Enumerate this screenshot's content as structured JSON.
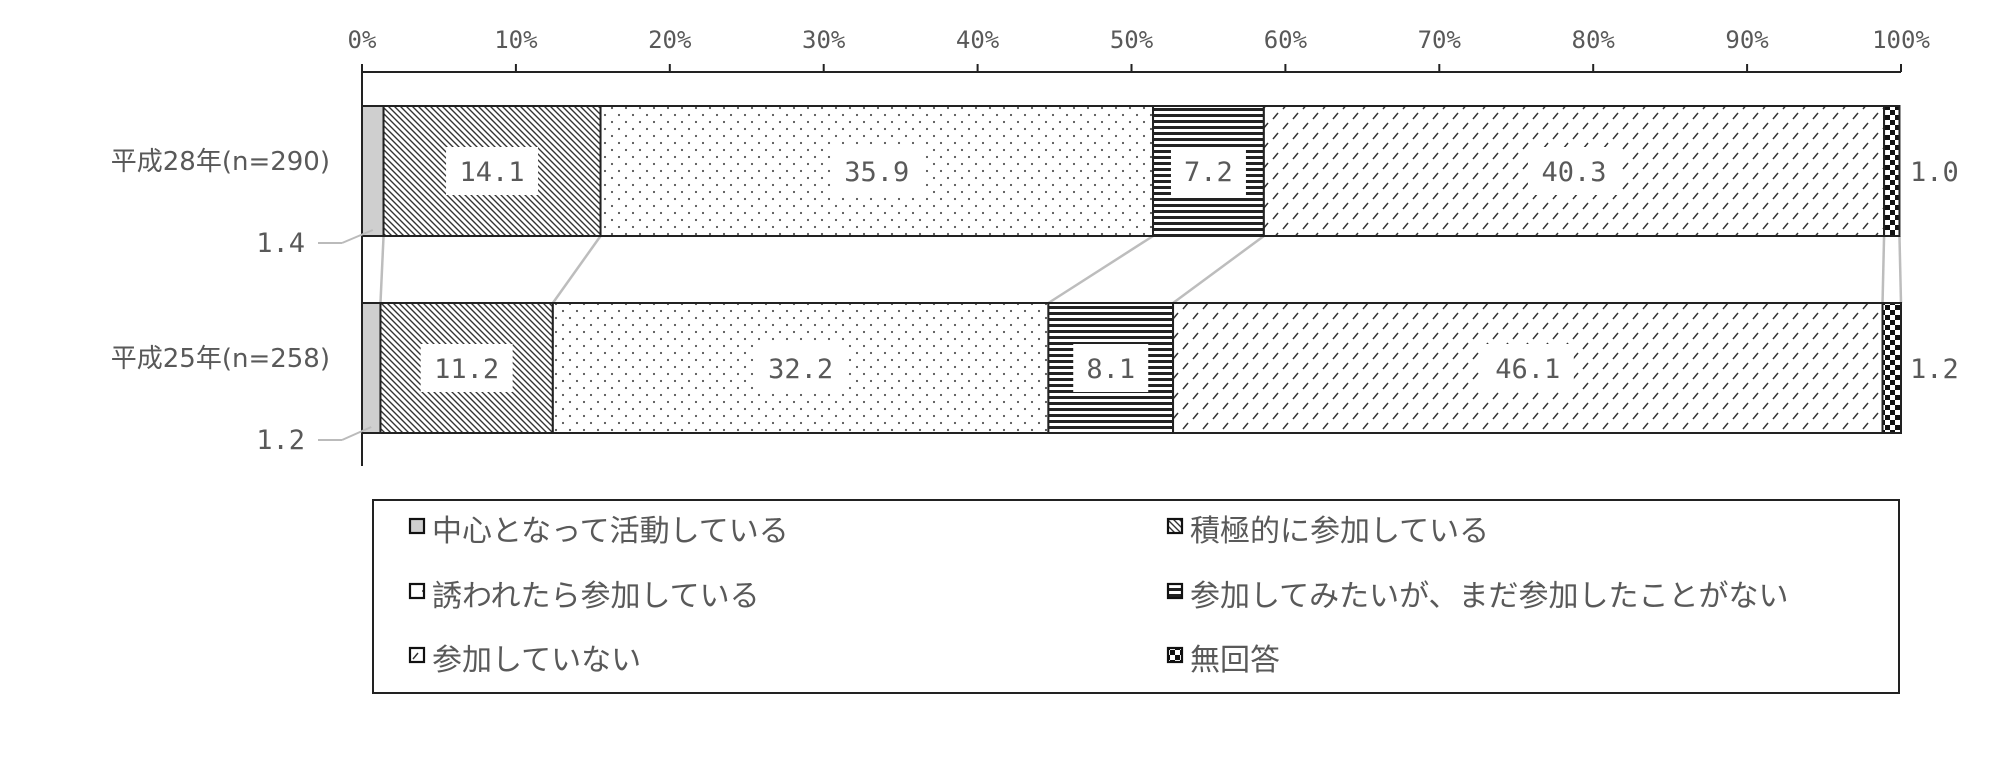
{
  "chart_data": {
    "type": "bar",
    "orientation": "horizontal",
    "stacked": "percent",
    "xlim": [
      0,
      100
    ],
    "x_ticks": [
      "0%",
      "10%",
      "20%",
      "30%",
      "40%",
      "50%",
      "60%",
      "70%",
      "80%",
      "90%",
      "100%"
    ],
    "categories": [
      "平成28年(n=290)",
      "平成25年(n=258)"
    ],
    "series": [
      {
        "name": "中心となって活動している",
        "values": [
          1.4,
          1.2
        ],
        "labels": [
          "1.4",
          "1.2"
        ],
        "pattern": "gray"
      },
      {
        "name": "積極的に参加している",
        "values": [
          14.1,
          11.2
        ],
        "labels": [
          "14.1",
          "11.2"
        ],
        "pattern": "diagonal"
      },
      {
        "name": "誘われたら参加している",
        "values": [
          35.9,
          32.2
        ],
        "labels": [
          "35.9",
          "32.2"
        ],
        "pattern": "dots"
      },
      {
        "name": "参加してみたいが、まだ参加したことがない",
        "values": [
          7.2,
          8.1
        ],
        "labels": [
          "7.2",
          "8.1"
        ],
        "pattern": "horizontal"
      },
      {
        "name": "参加していない",
        "values": [
          40.3,
          46.1
        ],
        "labels": [
          "40.3",
          "46.1"
        ],
        "pattern": "dashes"
      },
      {
        "name": "無回答",
        "values": [
          1.0,
          1.2
        ],
        "labels": [
          "1.0",
          "1.2"
        ],
        "pattern": "checker"
      }
    ],
    "legend_position": "bottom",
    "grid": false
  }
}
